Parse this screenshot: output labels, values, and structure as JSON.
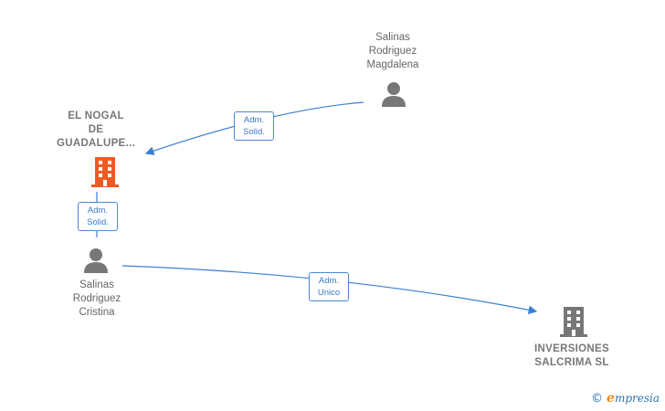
{
  "nodes": {
    "person_magdalena": {
      "line1": "Salinas",
      "line2": "Rodriguez",
      "line3": "Magdalena",
      "icon": "person-icon"
    },
    "company_el_nogal": {
      "line1": "EL NOGAL",
      "line2": "DE",
      "line3": "GUADALUPE...",
      "icon": "building-icon",
      "color": "#f05a22"
    },
    "person_cristina": {
      "line1": "Salinas",
      "line2": "Rodriguez",
      "line3": "Cristina",
      "icon": "person-icon"
    },
    "company_inversiones": {
      "line1": "INVERSIONES",
      "line2": "SALCRIMA SL",
      "icon": "building-icon",
      "color": "#777777"
    }
  },
  "edges": {
    "magdalena_to_nogal": {
      "line1": "Adm.",
      "line2": "Solid."
    },
    "cristina_to_nogal": {
      "line1": "Adm.",
      "line2": "Solid."
    },
    "cristina_to_inversiones": {
      "line1": "Adm.",
      "line2": "Unico"
    }
  },
  "colors": {
    "edge": "#3a7fd4",
    "person": "#777777",
    "main_company": "#f05a22",
    "company": "#777777"
  },
  "watermark": {
    "copyright": "©",
    "brand_initial": "e",
    "brand_rest": "mpresia"
  }
}
